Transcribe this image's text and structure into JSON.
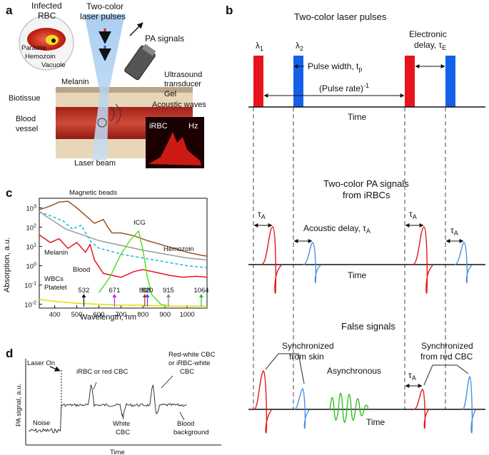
{
  "panels": {
    "a": "a",
    "b": "b",
    "c": "c",
    "d": "d"
  },
  "panel_a": {
    "infected_rbc_1": "Infected",
    "infected_rbc_2": "RBC",
    "laser_1": "Two-color",
    "laser_2": "laser pulses",
    "pa_signals": "PA signals",
    "parasite": "Parasite",
    "hemozoin": "Hemozoin",
    "vacuole": "Vacuole",
    "melanin": "Melanin",
    "transducer_1": "Ultrasound",
    "transducer_2": "transducer",
    "gel": "Gel",
    "acoustic_waves": "Acoustic waves",
    "biotissue": "Biotissue",
    "blood_1": "Blood",
    "blood_2": "vessel",
    "irbc": "iRBC",
    "hz": "Hz",
    "laser_beam": "Laser beam",
    "colors": {
      "red": "#e8141c",
      "blue": "#1560e8"
    }
  },
  "panel_b": {
    "title_pulses": "Two-color laser pulses",
    "lambda1": "λ",
    "lambda1_sub": "1",
    "lambda2": "λ",
    "lambda2_sub": "2",
    "pulse_width": "Pulse width, t",
    "pulse_width_sub": "p",
    "electronic_1": "Electronic",
    "electronic_2": "delay, τ",
    "electronic_sub": "E",
    "pulse_rate": "(Pulse rate)",
    "pulse_rate_sup": "-1",
    "time_1": "Time",
    "title_pa_1": "Two-color PA signals",
    "title_pa_2": "from iRBCs",
    "tau": "τ",
    "tau_sub": "A",
    "acoustic_delay": "Acoustic delay, τ",
    "acoustic_delay_sub": "A",
    "time_2": "Time",
    "false_signals": "False signals",
    "sync_skin_1": "Synchronized",
    "sync_skin_2": "from skin",
    "asynchronous": "Asynchronous",
    "sync_cbc_1": "Synchronized",
    "sync_cbc_2": "from red CBC",
    "time_3": "Time"
  },
  "chart_data": [
    {
      "type": "line",
      "panel": "c",
      "title": "",
      "xlabel": "Wavelength, nm",
      "ylabel": "Absorption, a.u.",
      "xlim": [
        330,
        1090
      ],
      "ylim_log10": [
        -2.2,
        3.5
      ],
      "yscale": "log",
      "x_ticks": [
        "400",
        "500",
        "600",
        "700",
        "800",
        "900",
        "1000"
      ],
      "y_ticks": [
        "10^3",
        "10^2",
        "10^1",
        "10^0",
        "10^-1",
        "10^-2"
      ],
      "series": [
        {
          "name": "Magnetic beads",
          "color": "#a0521d",
          "dash": false,
          "x": [
            330,
            380,
            420,
            460,
            500,
            540,
            580,
            620,
            640,
            660,
            700,
            760,
            820,
            880,
            940,
            1000,
            1060,
            1090
          ],
          "log10": [
            2.9,
            3.1,
            3.3,
            3.35,
            3.0,
            2.6,
            2.2,
            2.4,
            2.0,
            1.7,
            1.7,
            1.55,
            1.3,
            1.1,
            0.9,
            0.7,
            0.55,
            0.5
          ]
        },
        {
          "name": "",
          "color": "#18b8d0",
          "dash": true,
          "x": [
            330,
            400,
            440,
            480,
            520,
            560,
            600,
            640,
            700,
            800,
            900,
            1000,
            1090
          ],
          "log10": [
            2.8,
            2.5,
            2.3,
            1.9,
            2.1,
            1.3,
            0.9,
            0.8,
            0.6,
            0.4,
            0.2,
            0.0,
            -0.1
          ]
        },
        {
          "name": "Hemozoin",
          "color": "#9a9a9a",
          "dash": false,
          "x": [
            330,
            450,
            600,
            800,
            1000,
            1090
          ],
          "log10": [
            2.8,
            1.9,
            1.3,
            0.8,
            0.4,
            0.3
          ]
        },
        {
          "name": "Melanin",
          "color": "#e8141c",
          "dash": false,
          "x": [
            330,
            380,
            420,
            460,
            500,
            540,
            560,
            580,
            620,
            660,
            700,
            760,
            800,
            860,
            920,
            980,
            1040,
            1090
          ],
          "log10": [
            1.6,
            1.2,
            1.4,
            0.9,
            1.2,
            0.7,
            1.1,
            0.3,
            -0.4,
            -0.5,
            -0.6,
            -0.3,
            -0.2,
            -0.35,
            -0.5,
            -0.6,
            -0.55,
            -0.6
          ]
        },
        {
          "name": "ICG",
          "color": "#55e02a",
          "dash": false,
          "x": [
            600,
            650,
            700,
            740,
            780,
            800,
            820,
            840,
            880,
            920
          ],
          "log10": [
            -1.4,
            -0.6,
            0.6,
            1.3,
            1.8,
            0.8,
            -0.6,
            -1.5,
            -2.0,
            -2.1
          ]
        },
        {
          "name": "Blood",
          "color": "#e8141c",
          "dash": false,
          "x": [],
          "log10": []
        },
        {
          "name": "WBCs",
          "color": "#e0e000",
          "dash": false,
          "x": [
            330,
            400,
            500,
            600,
            700,
            800,
            900,
            1000,
            1090
          ],
          "log10": [
            -1.75,
            -1.85,
            -1.95,
            -2.0,
            -2.05,
            -2.05,
            -2.1,
            -2.1,
            -2.1
          ]
        },
        {
          "name": "Platelet",
          "color": "#111",
          "dash": false,
          "x": [],
          "log10": []
        }
      ],
      "annotations": [
        {
          "text": "532",
          "x": 532,
          "color": "#111"
        },
        {
          "text": "671",
          "x": 671,
          "color": "#c030e0"
        },
        {
          "text": "808",
          "x": 808,
          "color": "#e8141c"
        },
        {
          "text": "820",
          "x": 820,
          "color": "#1560e8"
        },
        {
          "text": "915",
          "x": 915,
          "color": "#888888"
        },
        {
          "text": "1064",
          "x": 1064,
          "color": "#22c020"
        }
      ]
    },
    {
      "type": "line",
      "panel": "d",
      "title": "",
      "xlabel": "Time",
      "ylabel": "PA signal, a.u.",
      "labels": {
        "laser_on": "Laser On",
        "irbc": "iRBC or red CBC",
        "red_white_1": "Red-white CBC",
        "red_white_2": "or iRBC-white",
        "red_white_3": "CBC",
        "noise": "Noise",
        "white_1": "White",
        "white_2": "CBC",
        "blood_1": "Blood",
        "blood_2": "background"
      }
    }
  ]
}
